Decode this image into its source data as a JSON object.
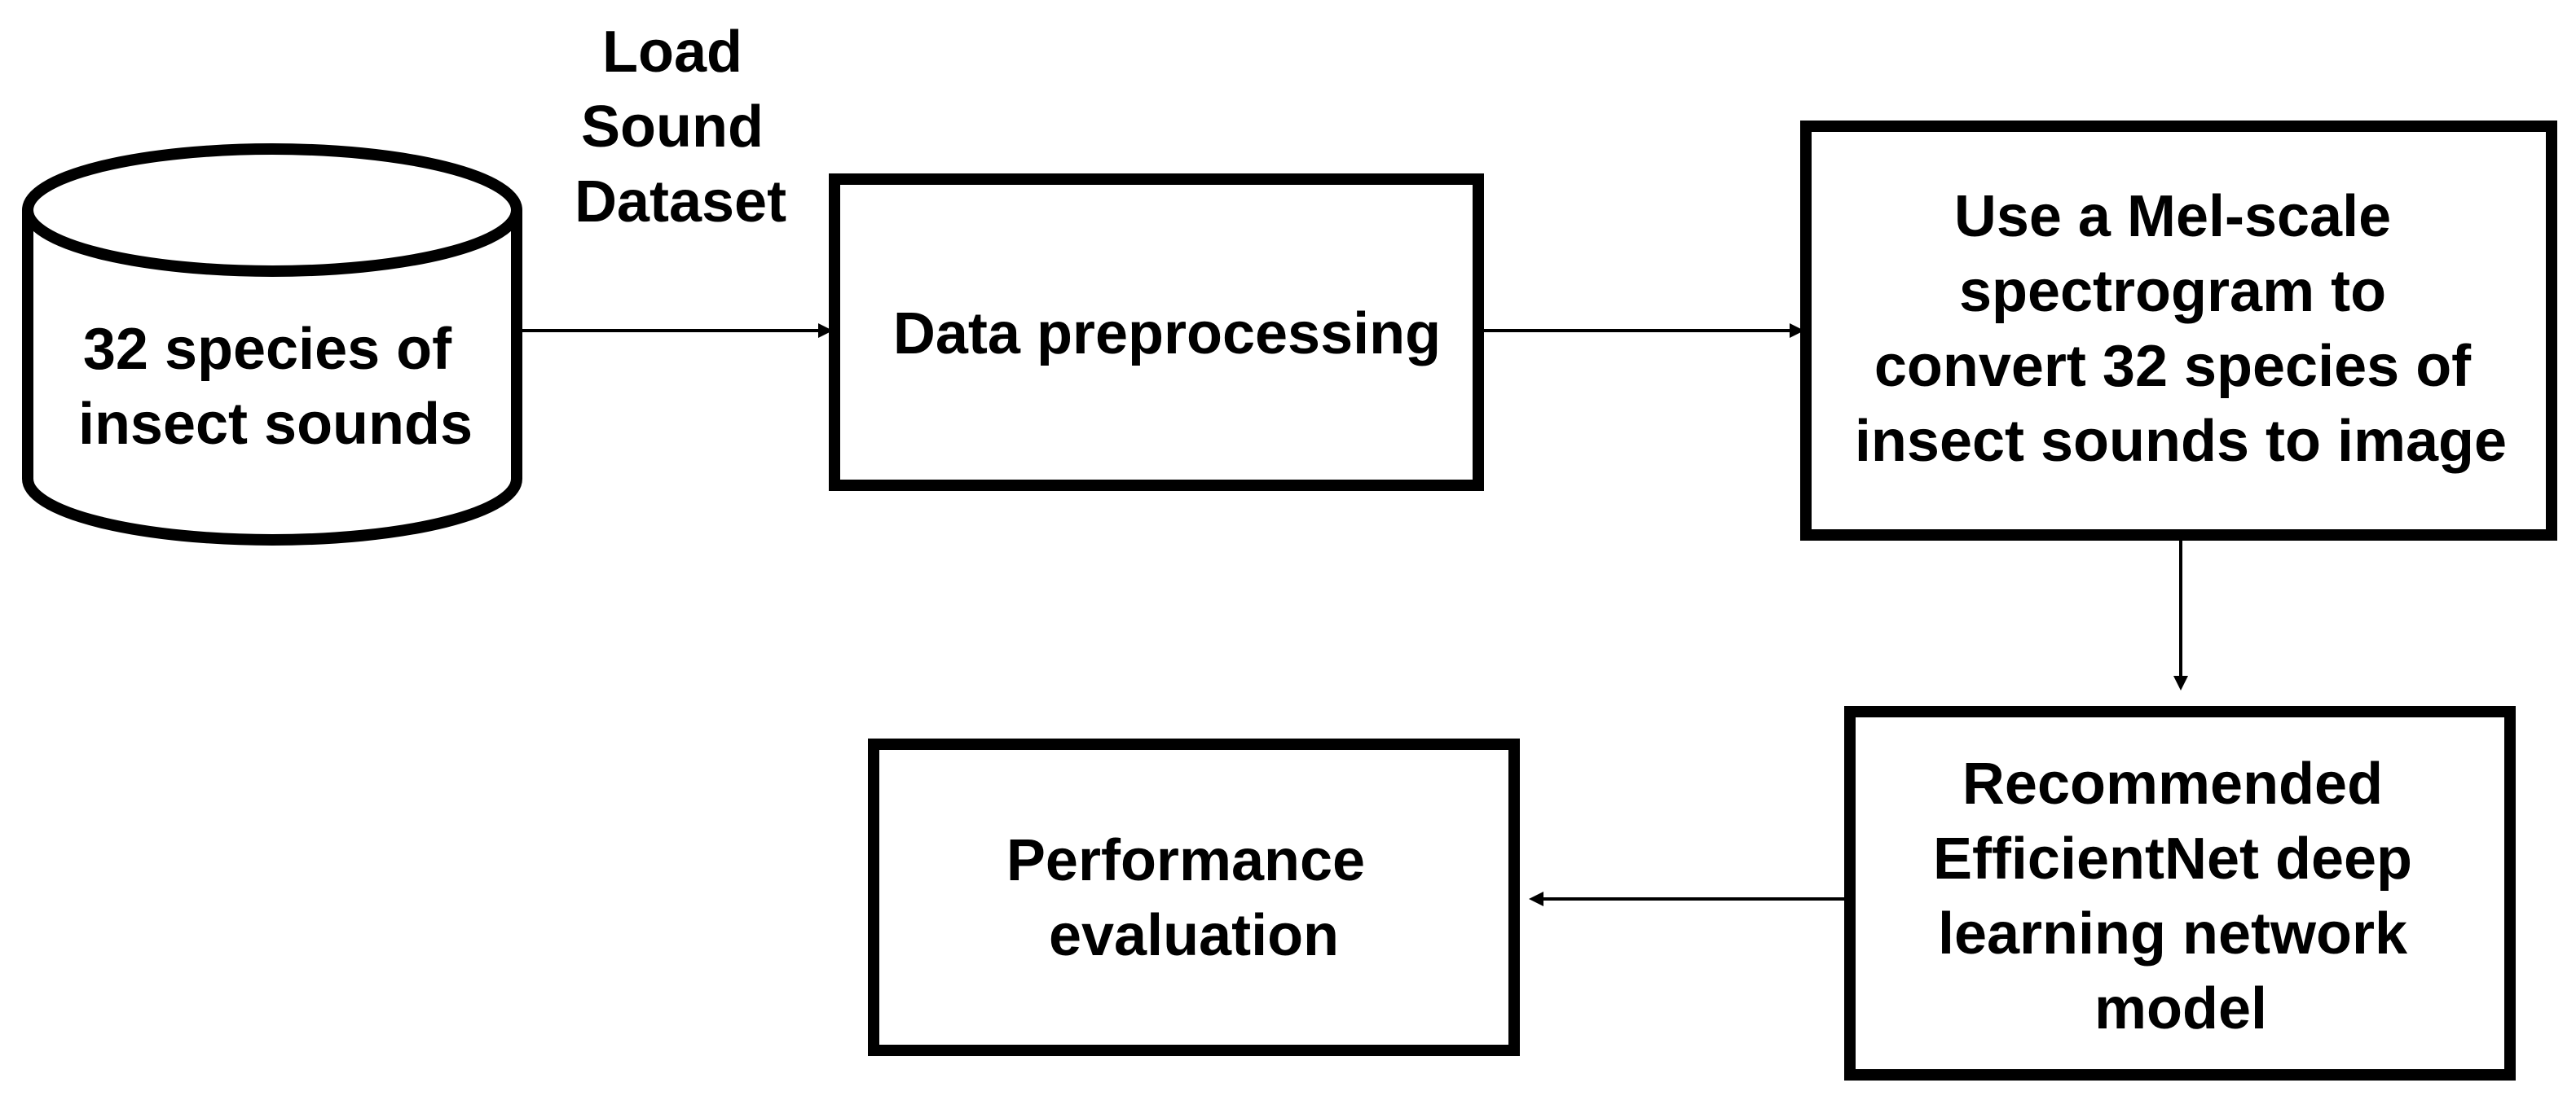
{
  "nodes": {
    "dataset": {
      "lines": [
        "32 species of",
        "insect sounds"
      ]
    },
    "preprocessing": {
      "lines": [
        "Data preprocessing"
      ]
    },
    "mel_spectrogram": {
      "lines": [
        "Use a Mel-scale",
        "spectrogram to",
        "convert 32 species of",
        "insect sounds to image"
      ]
    },
    "model": {
      "lines": [
        "Recommended",
        "EfficientNet deep",
        "learning network",
        "model"
      ]
    },
    "evaluation": {
      "lines": [
        "Performance",
        "evaluation"
      ]
    }
  },
  "edges": {
    "load": {
      "lines": [
        "Load",
        "Sound",
        "Dataset"
      ]
    }
  }
}
